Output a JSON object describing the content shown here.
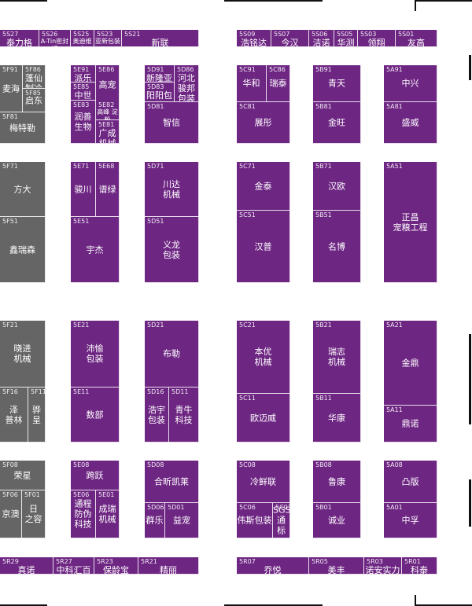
{
  "colors": {
    "booth": "#6e2683",
    "gray_booth": "#656565",
    "wall": "#111111",
    "background": "#ffffff"
  },
  "booths": [
    {
      "code": "5S27",
      "name": "泰力格"
    },
    {
      "code": "5S26",
      "name": "A-Tin密封罐"
    },
    {
      "code": "5S25",
      "name": "奥迪维克"
    },
    {
      "code": "5S23",
      "name": "亚新包装"
    },
    {
      "code": "5S21",
      "name": "新联"
    },
    {
      "code": "5S09",
      "name": "浩铭达"
    },
    {
      "code": "5S07",
      "name": "今汉"
    },
    {
      "code": "5S06",
      "name": "洁诺德"
    },
    {
      "code": "5S05",
      "name": "华测"
    },
    {
      "code": "5S03",
      "name": "领翔"
    },
    {
      "code": "5S01",
      "name": "友高"
    },
    {
      "code": "5F91",
      "name": "麦海"
    },
    {
      "code": "5F86",
      "name": "蓬仙\n制冷"
    },
    {
      "code": "5F85",
      "name": "启东"
    },
    {
      "code": "5F81",
      "name": "梅特勒"
    },
    {
      "code": "5E91",
      "name": "派乐加"
    },
    {
      "code": "5E86",
      "name": "高宠"
    },
    {
      "code": "5E85",
      "name": "中世达"
    },
    {
      "code": "5E83",
      "name": "润善\n生物"
    },
    {
      "code": "5E82",
      "name": "高峰 淀粉"
    },
    {
      "code": "5E81",
      "name": "广成\n机械"
    },
    {
      "code": "5D91",
      "name": "新隆亚"
    },
    {
      "code": "5D86",
      "name": "河北\n骏邦\n包装"
    },
    {
      "code": "5D83",
      "name": "阳阳包装"
    },
    {
      "code": "5D81",
      "name": "智信"
    },
    {
      "code": "5C91",
      "name": "华和"
    },
    {
      "code": "5C86",
      "name": "瑞泰"
    },
    {
      "code": "5C81",
      "name": "展彤"
    },
    {
      "code": "5B91",
      "name": "青天"
    },
    {
      "code": "5B81",
      "name": "金旺"
    },
    {
      "code": "5A91",
      "name": "中兴"
    },
    {
      "code": "5A81",
      "name": "盛威"
    },
    {
      "code": "5F71",
      "name": "方大"
    },
    {
      "code": "5F51",
      "name": "鑫瑞森"
    },
    {
      "code": "5E71",
      "name": "骏川"
    },
    {
      "code": "5E68",
      "name": "谱绿"
    },
    {
      "code": "5E51",
      "name": "宇杰"
    },
    {
      "code": "5D71",
      "name": "川达\n机械"
    },
    {
      "code": "5D51",
      "name": "义龙\n包装"
    },
    {
      "code": "5C71",
      "name": "金泰"
    },
    {
      "code": "5C51",
      "name": "汉普"
    },
    {
      "code": "5B71",
      "name": "汉欧"
    },
    {
      "code": "5B51",
      "name": "名博"
    },
    {
      "code": "5A51",
      "name": "正昌\n宠粮工程"
    },
    {
      "code": "5F21",
      "name": "晓进\n机械"
    },
    {
      "code": "5F16",
      "name": "泽\n普林"
    },
    {
      "code": "5F11",
      "name": "骅\n呈"
    },
    {
      "code": "5E21",
      "name": "沛愉\n包装"
    },
    {
      "code": "5E11",
      "name": "数部"
    },
    {
      "code": "5D21",
      "name": "布勒"
    },
    {
      "code": "5D16",
      "name": "浩宇\n包装"
    },
    {
      "code": "5D11",
      "name": "青牛\n科技"
    },
    {
      "code": "5C21",
      "name": "本优\n机械"
    },
    {
      "code": "5C11",
      "name": "欧迈威"
    },
    {
      "code": "5B21",
      "name": "瑞志\n机械"
    },
    {
      "code": "5B11",
      "name": "华康"
    },
    {
      "code": "5A21",
      "name": "金鼎"
    },
    {
      "code": "5A11",
      "name": "鼎诺"
    },
    {
      "code": "5F08",
      "name": "荣星"
    },
    {
      "code": "5F06",
      "name": "京澳"
    },
    {
      "code": "5F01",
      "name": "日\n之容"
    },
    {
      "code": "5E08",
      "name": "跨跃"
    },
    {
      "code": "5E06",
      "name": "通程\n防伪\n科技"
    },
    {
      "code": "5E01",
      "name": "成瑞\n机械"
    },
    {
      "code": "5D08",
      "name": "合昕凯莱"
    },
    {
      "code": "5D06",
      "name": "群乐"
    },
    {
      "code": "5D01",
      "name": "益宠"
    },
    {
      "code": "5C08",
      "name": "冷鲜联"
    },
    {
      "code": "5C06",
      "name": "伟斯包装"
    },
    {
      "code": "5C01",
      "name": "SGS\n通标"
    },
    {
      "code": "5B08",
      "name": "鲁康"
    },
    {
      "code": "5B01",
      "name": "诚业"
    },
    {
      "code": "5A08",
      "name": "凸版"
    },
    {
      "code": "5A01",
      "name": "中孚"
    },
    {
      "code": "5R29",
      "name": "真诺"
    },
    {
      "code": "5R27",
      "name": "中科汇百"
    },
    {
      "code": "5R23",
      "name": "保龄宝"
    },
    {
      "code": "5R21",
      "name": "精丽"
    },
    {
      "code": "5R07",
      "name": "乔悦"
    },
    {
      "code": "5R05",
      "name": "美丰"
    },
    {
      "code": "5R03",
      "name": "诺安实力"
    },
    {
      "code": "5R01",
      "name": "科泰"
    }
  ]
}
